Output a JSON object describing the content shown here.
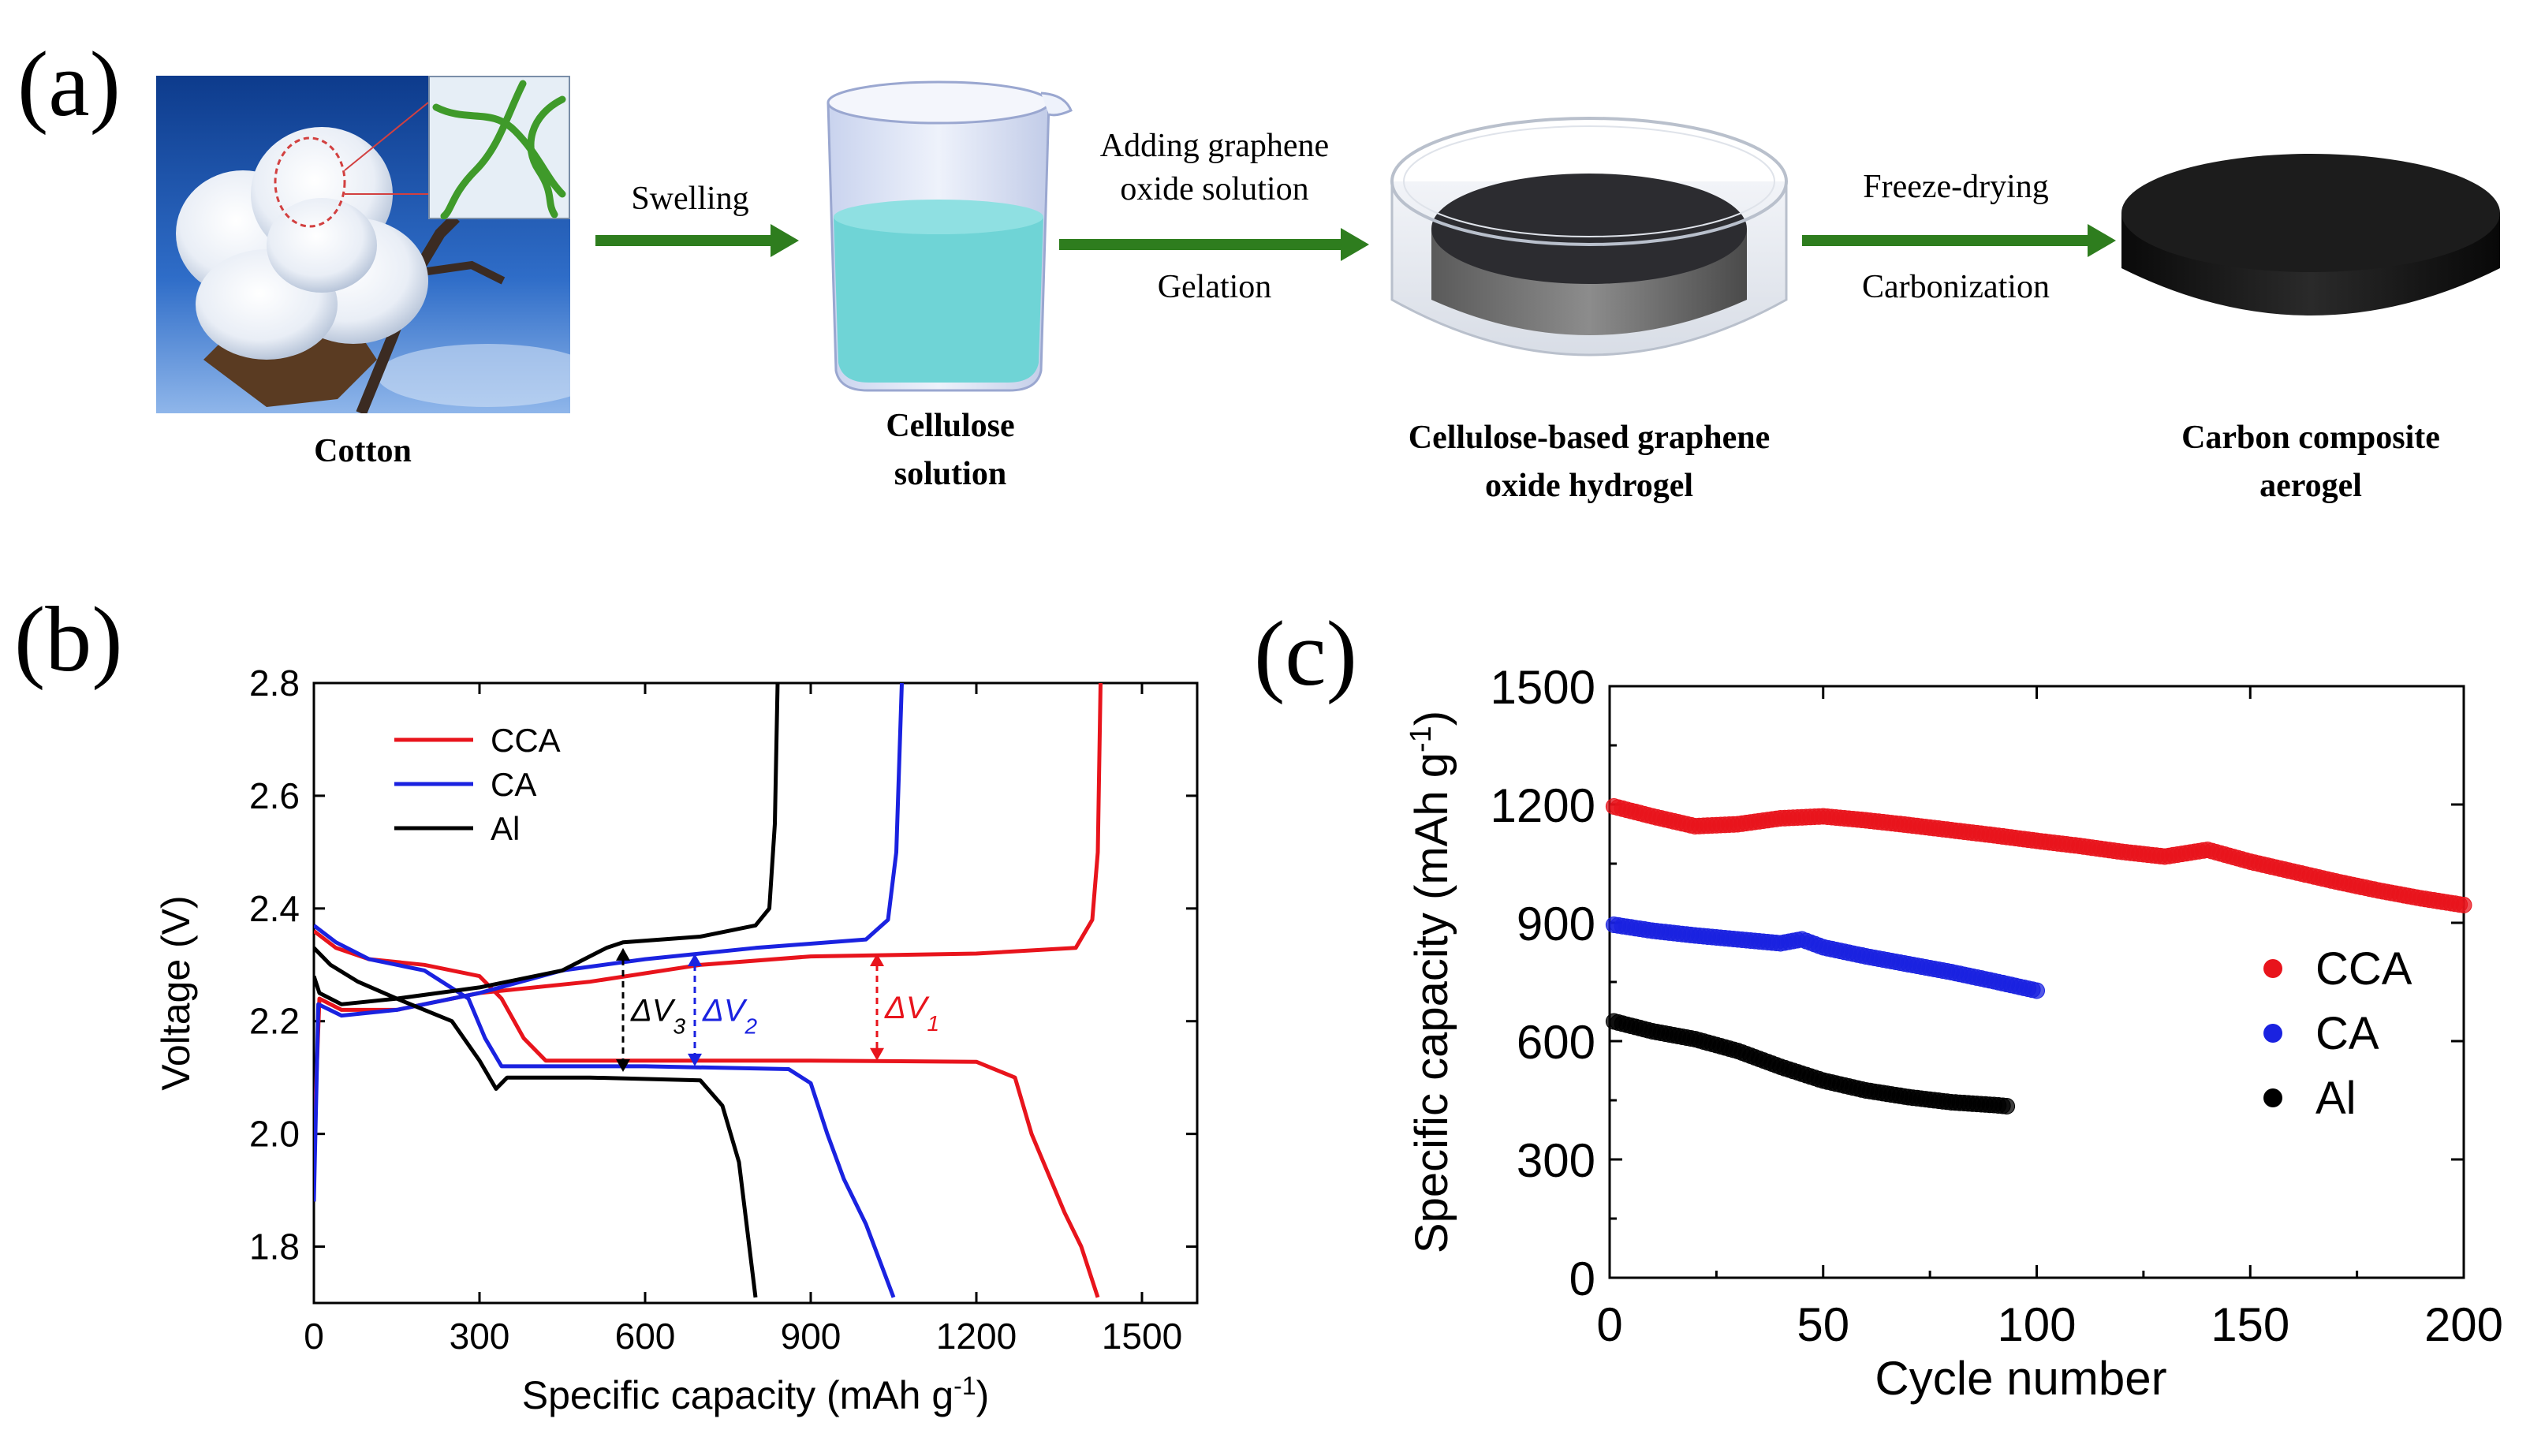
{
  "figure": {
    "panel_a": {
      "label": "(a)",
      "captions": {
        "cotton": "Cotton",
        "solution_line1": "Cellulose",
        "solution_line2": "solution",
        "hydrogel_line1": "Cellulose-based graphene",
        "hydrogel_line2": "oxide hydrogel",
        "aerogel_line1": "Carbon composite",
        "aerogel_line2": "aerogel"
      },
      "steps": {
        "step1": "Swelling",
        "step2_top_line1": "Adding graphene",
        "step2_top_line2": "oxide solution",
        "step2_bottom": "Gelation",
        "step3_top": "Freeze-drying",
        "step3_bottom": "Carbonization"
      },
      "colors": {
        "arrow": "#2e7d1e",
        "liquid": "#6fd4d6",
        "hydrogel": "#3a3a3a",
        "aerogel": "#141414",
        "fiber": "#3f9a2a"
      }
    },
    "panel_b": {
      "label": "(b)"
    },
    "panel_c": {
      "label": "(c)"
    }
  },
  "chart_data": [
    {
      "id": "b",
      "type": "line",
      "xlabel": "Specific capacity (mAh g",
      "xlabel_sup": "-1",
      "xlabel_end": ")",
      "ylabel": "Voltage (V)",
      "xlim": [
        0,
        1600
      ],
      "ylim": [
        1.7,
        2.8
      ],
      "xticks": [
        0,
        300,
        600,
        900,
        1200,
        1500
      ],
      "xtick_labels": [
        "0",
        "300",
        "600",
        "900",
        "1200",
        "1500"
      ],
      "yticks": [
        1.8,
        2.0,
        2.2,
        2.4,
        2.6,
        2.8
      ],
      "ytick_labels": [
        "1.8",
        "2.0",
        "2.2",
        "2.4",
        "2.6",
        "2.8"
      ],
      "legend_position": "top-left",
      "series": [
        {
          "name": "CCA",
          "color": "#e8141c",
          "discharge": [
            [
              0,
              2.36
            ],
            [
              40,
              2.33
            ],
            [
              100,
              2.31
            ],
            [
              200,
              2.3
            ],
            [
              300,
              2.28
            ],
            [
              340,
              2.24
            ],
            [
              380,
              2.17
            ],
            [
              420,
              2.13
            ],
            [
              600,
              2.13
            ],
            [
              900,
              2.13
            ],
            [
              1200,
              2.128
            ],
            [
              1270,
              2.1
            ],
            [
              1300,
              2.0
            ],
            [
              1330,
              1.93
            ],
            [
              1360,
              1.86
            ],
            [
              1390,
              1.8
            ],
            [
              1420,
              1.71
            ]
          ],
          "charge": [
            [
              0,
              1.98
            ],
            [
              10,
              2.24
            ],
            [
              50,
              2.22
            ],
            [
              150,
              2.22
            ],
            [
              300,
              2.25
            ],
            [
              500,
              2.27
            ],
            [
              700,
              2.3
            ],
            [
              900,
              2.315
            ],
            [
              1200,
              2.32
            ],
            [
              1380,
              2.33
            ],
            [
              1410,
              2.38
            ],
            [
              1420,
              2.5
            ],
            [
              1425,
              2.8
            ]
          ]
        },
        {
          "name": "CA",
          "color": "#1a22e0",
          "discharge": [
            [
              0,
              2.37
            ],
            [
              40,
              2.34
            ],
            [
              100,
              2.31
            ],
            [
              200,
              2.29
            ],
            [
              280,
              2.24
            ],
            [
              310,
              2.17
            ],
            [
              340,
              2.12
            ],
            [
              360,
              2.12
            ],
            [
              600,
              2.12
            ],
            [
              860,
              2.115
            ],
            [
              900,
              2.09
            ],
            [
              930,
              2.0
            ],
            [
              960,
              1.92
            ],
            [
              1000,
              1.84
            ],
            [
              1050,
              1.71
            ]
          ],
          "charge": [
            [
              0,
              1.88
            ],
            [
              8,
              2.23
            ],
            [
              50,
              2.21
            ],
            [
              150,
              2.22
            ],
            [
              300,
              2.25
            ],
            [
              450,
              2.29
            ],
            [
              600,
              2.31
            ],
            [
              800,
              2.33
            ],
            [
              1000,
              2.345
            ],
            [
              1040,
              2.38
            ],
            [
              1055,
              2.5
            ],
            [
              1065,
              2.8
            ]
          ]
        },
        {
          "name": "Al",
          "color": "#000000",
          "discharge": [
            [
              0,
              2.33
            ],
            [
              30,
              2.3
            ],
            [
              80,
              2.27
            ],
            [
              150,
              2.24
            ],
            [
              250,
              2.2
            ],
            [
              300,
              2.13
            ],
            [
              330,
              2.08
            ],
            [
              350,
              2.1
            ],
            [
              500,
              2.1
            ],
            [
              700,
              2.095
            ],
            [
              740,
              2.05
            ],
            [
              770,
              1.95
            ],
            [
              800,
              1.71
            ]
          ],
          "charge": [
            [
              0,
              2.28
            ],
            [
              10,
              2.25
            ],
            [
              50,
              2.23
            ],
            [
              150,
              2.24
            ],
            [
              300,
              2.26
            ],
            [
              450,
              2.29
            ],
            [
              530,
              2.33
            ],
            [
              560,
              2.34
            ],
            [
              700,
              2.35
            ],
            [
              800,
              2.37
            ],
            [
              825,
              2.4
            ],
            [
              835,
              2.55
            ],
            [
              840,
              2.8
            ]
          ]
        }
      ],
      "annotations": [
        {
          "text": "ΔV",
          "sub": "3",
          "x": 560,
          "y_top": 2.33,
          "y_bottom": 2.11,
          "color": "#000000",
          "side": "right"
        },
        {
          "text": "ΔV",
          "sub": "2",
          "x": 690,
          "y_top": 2.32,
          "y_bottom": 2.12,
          "color": "#1a22e0",
          "side": "right"
        },
        {
          "text": "ΔV",
          "sub": "1",
          "x": 1020,
          "y_top": 2.32,
          "y_bottom": 2.13,
          "color": "#e8141c",
          "side": "right"
        }
      ]
    },
    {
      "id": "c",
      "type": "scatter",
      "xlabel": "Cycle number",
      "ylabel": "Specific capacity (mAh g",
      "ylabel_sup": "-1",
      "ylabel_end": ")",
      "xlim": [
        0,
        200
      ],
      "ylim": [
        0,
        1500
      ],
      "xticks": [
        0,
        50,
        100,
        150,
        200
      ],
      "xtick_labels": [
        "0",
        "50",
        "100",
        "150",
        "200"
      ],
      "yticks": [
        0,
        300,
        600,
        900,
        1200,
        1500
      ],
      "ytick_labels": [
        "0",
        "300",
        "600",
        "900",
        "1200",
        "1500"
      ],
      "legend_position": "center-right",
      "series": [
        {
          "name": "CCA",
          "color": "#e8141c",
          "count": 200,
          "keypoints": [
            [
              1,
              1195
            ],
            [
              10,
              1170
            ],
            [
              20,
              1145
            ],
            [
              30,
              1150
            ],
            [
              40,
              1165
            ],
            [
              50,
              1170
            ],
            [
              60,
              1160
            ],
            [
              70,
              1148
            ],
            [
              80,
              1135
            ],
            [
              90,
              1122
            ],
            [
              100,
              1108
            ],
            [
              110,
              1095
            ],
            [
              120,
              1080
            ],
            [
              130,
              1068
            ],
            [
              140,
              1085
            ],
            [
              150,
              1055
            ],
            [
              160,
              1030
            ],
            [
              170,
              1005
            ],
            [
              180,
              982
            ],
            [
              190,
              962
            ],
            [
              200,
              945
            ]
          ]
        },
        {
          "name": "CA",
          "color": "#1a22e0",
          "count": 100,
          "keypoints": [
            [
              1,
              895
            ],
            [
              10,
              880
            ],
            [
              20,
              868
            ],
            [
              30,
              858
            ],
            [
              40,
              848
            ],
            [
              45,
              858
            ],
            [
              50,
              838
            ],
            [
              60,
              815
            ],
            [
              70,
              795
            ],
            [
              80,
              775
            ],
            [
              90,
              752
            ],
            [
              100,
              728
            ]
          ]
        },
        {
          "name": "Al",
          "color": "#000000",
          "count": 93,
          "keypoints": [
            [
              1,
              650
            ],
            [
              10,
              625
            ],
            [
              20,
              605
            ],
            [
              30,
              575
            ],
            [
              40,
              535
            ],
            [
              50,
              500
            ],
            [
              60,
              475
            ],
            [
              70,
              458
            ],
            [
              80,
              445
            ],
            [
              90,
              438
            ],
            [
              93,
              435
            ]
          ]
        }
      ]
    }
  ]
}
